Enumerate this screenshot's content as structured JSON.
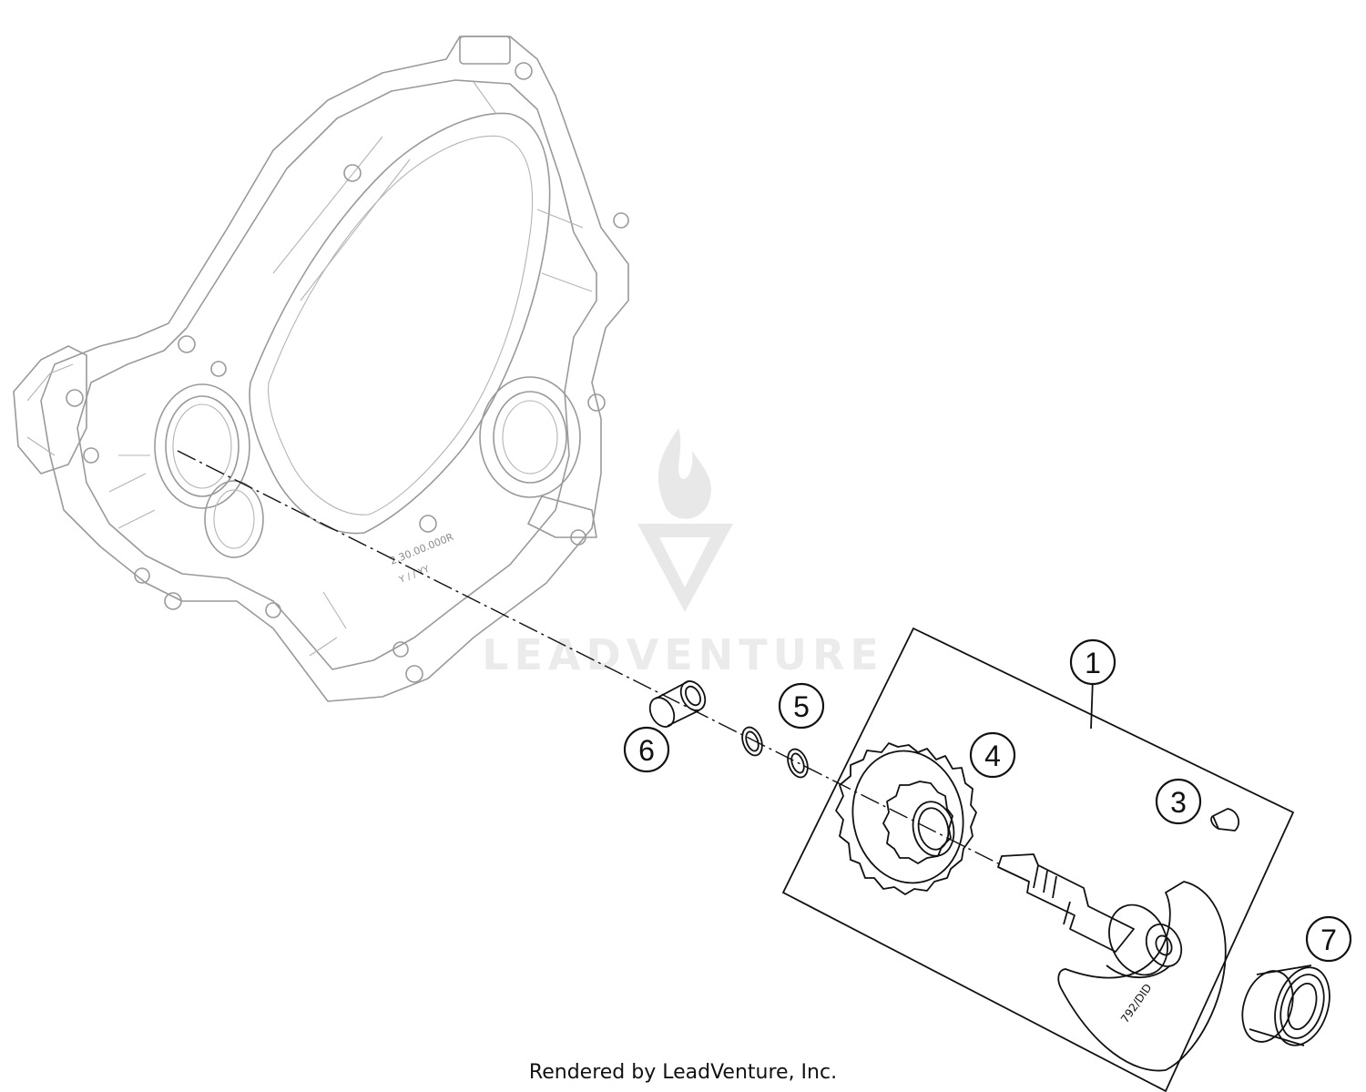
{
  "footer": "Rendered by LeadVenture, Inc.",
  "watermark": "LEADVENTURE",
  "cover_marking": "2.30.00.000R",
  "cover_marking_sub": "Y / / YY",
  "crank_marking": "792/DID",
  "callouts": [
    "1",
    "3",
    "4",
    "5",
    "6",
    "7"
  ],
  "colors": {
    "line": "#111111",
    "ghost": "#9a9a9a",
    "watermark": "#dcdcdc"
  }
}
